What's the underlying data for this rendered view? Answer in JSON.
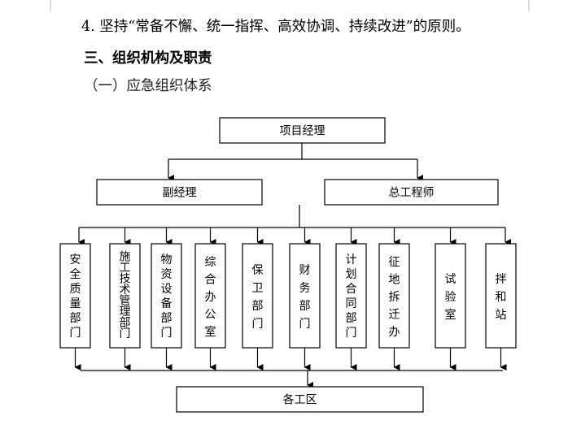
{
  "document": {
    "principle": "4. 坚持“常备不懈、统一指挥、高效协调、持续改进”的原则。",
    "section_heading": "三、组织机构及职责",
    "subsection_heading": "（一）应急组织体系"
  },
  "org_chart": {
    "top": "项目经理",
    "second_level": [
      "副经理",
      "总工程师"
    ],
    "departments": [
      "安全质量部门",
      "施工技术管理部门",
      "物资设备部门",
      "综合办公室",
      "保卫部门",
      "财务部门",
      "计划合同部门",
      "征地拆迁办",
      "试验室",
      "拌和站"
    ],
    "bottom": "各工区"
  }
}
